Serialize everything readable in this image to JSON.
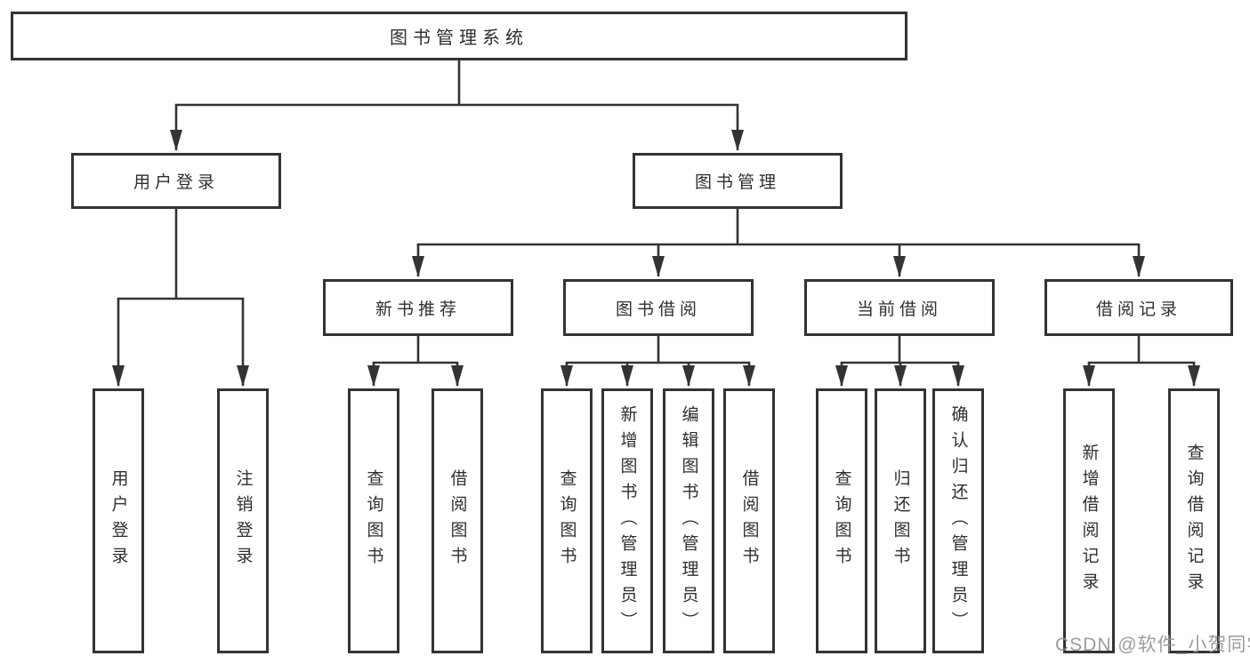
{
  "diagram_title": "图书管理系统",
  "colors": {
    "line": "#333333",
    "box_border": "#333333",
    "text": "#2f2f2f",
    "watermark": "#949494",
    "background": "#ffffff"
  },
  "tree": {
    "root": {
      "label": "图书管理系统",
      "children": [
        {
          "label": "用户登录",
          "children": [
            {
              "label": "用户登录"
            },
            {
              "label": "注销登录"
            }
          ]
        },
        {
          "label": "图书管理",
          "children": [
            {
              "label": "新书推荐",
              "children": [
                {
                  "label": "查询图书"
                },
                {
                  "label": "借阅图书"
                }
              ]
            },
            {
              "label": "图书借阅",
              "children": [
                {
                  "label": "查询图书"
                },
                {
                  "label": "新增图书（管理员）"
                },
                {
                  "label": "编辑图书（管理员）"
                },
                {
                  "label": "借阅图书"
                }
              ]
            },
            {
              "label": "当前借阅",
              "children": [
                {
                  "label": "查询图书"
                },
                {
                  "label": "归还图书"
                },
                {
                  "label": "确认归还（管理员）"
                }
              ]
            },
            {
              "label": "借阅记录",
              "children": [
                {
                  "label": "新增借阅记录"
                },
                {
                  "label": "查询借阅记录"
                }
              ]
            }
          ]
        }
      ]
    }
  },
  "watermark": {
    "text": "CSDN @软件_小贺同学"
  }
}
